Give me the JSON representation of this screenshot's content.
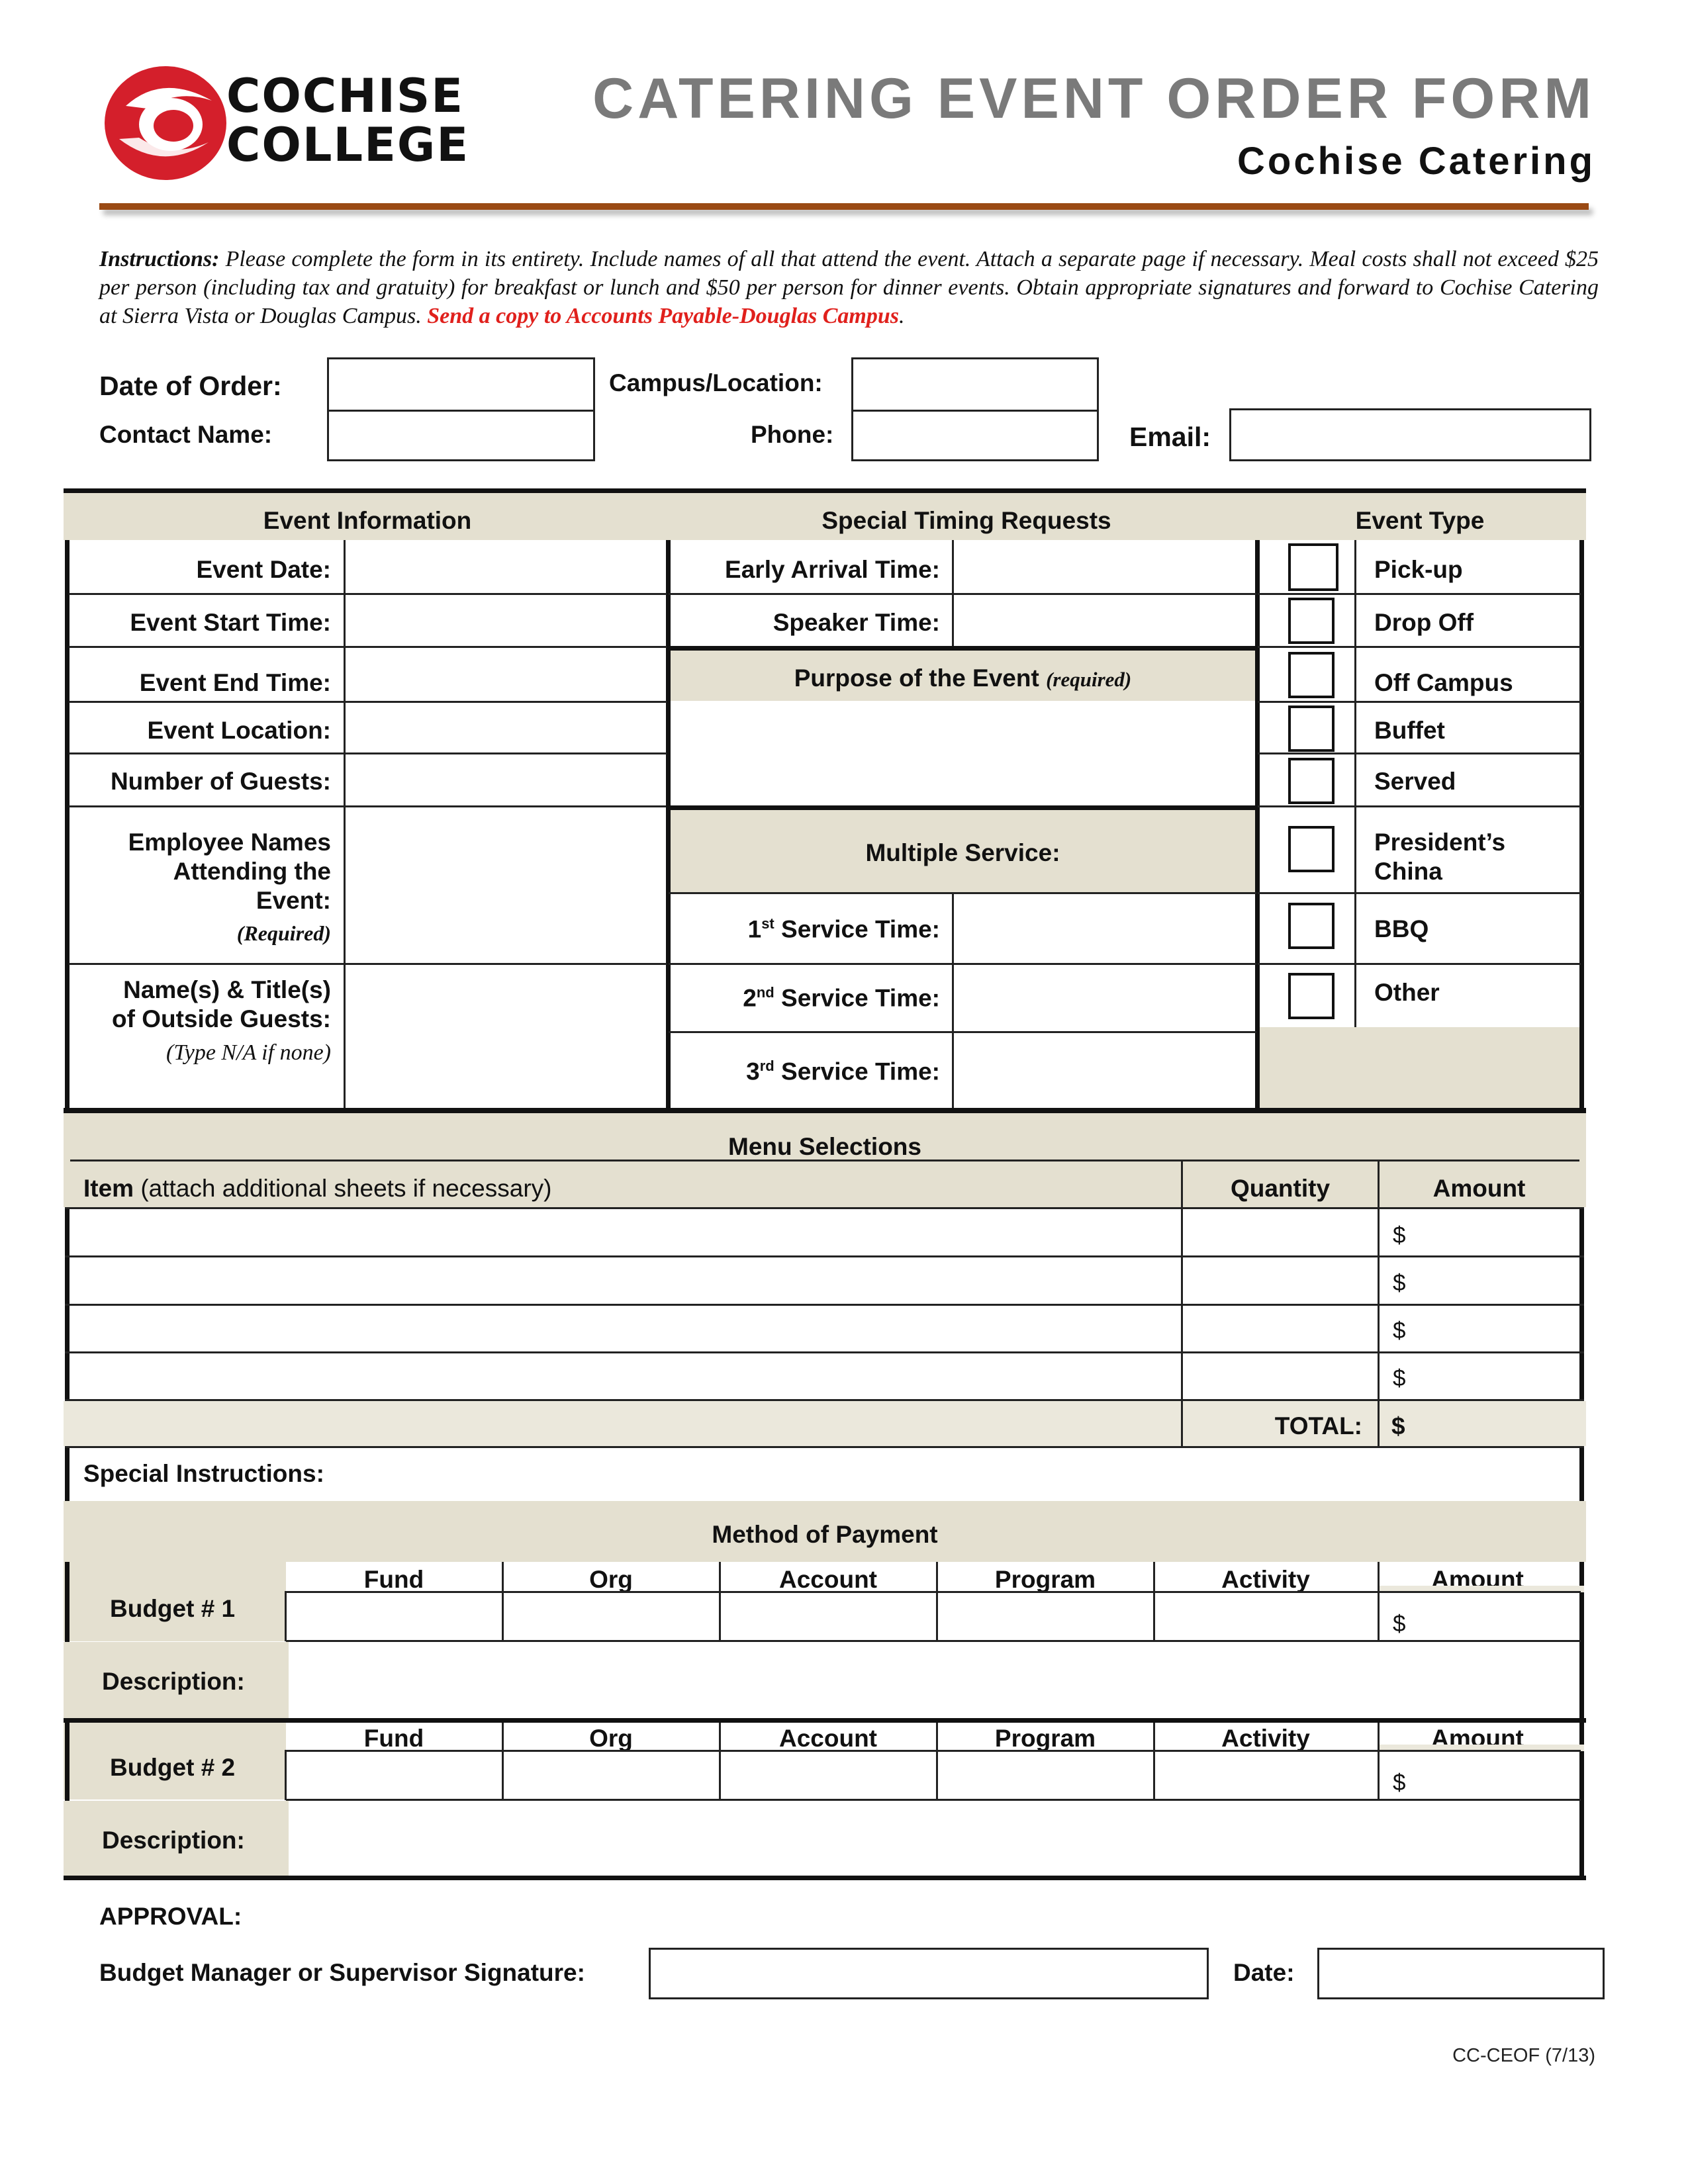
{
  "header": {
    "college_line1": "COCHISE",
    "college_line2": "COLLEGE",
    "title": "CATERING EVENT ORDER FORM",
    "subtitle": "Cochise Catering"
  },
  "instructions": {
    "label": "Instructions:",
    "text": "Please complete the form in its entirety.  Include names of all that attend the event.  Attach a separate page if necessary.  Meal costs shall not exceed $25 per person (including tax and gratuity) for breakfast or lunch and $50 per person for dinner events. Obtain appropriate signatures and forward to Cochise Catering at Sierra Vista or Douglas Campus.",
    "highlight": "Send a copy to Accounts Payable-Douglas Campus",
    "end": "."
  },
  "top_fields": {
    "date_of_order": "Date of Order:",
    "campus_location": "Campus/Location:",
    "contact_name": "Contact Name:",
    "phone": "Phone:",
    "email": "Email:"
  },
  "event_info": {
    "header": "Event Information",
    "event_date": "Event Date:",
    "start_time": "Event Start Time:",
    "end_time": "Event End Time:",
    "location": "Event Location:",
    "guests": "Number of Guests:",
    "employees_line1": "Employee Names",
    "employees_line2": "Attending the",
    "employees_line3": "Event:",
    "employees_req": "(Required)",
    "outside_line1": "Name(s) & Title(s)",
    "outside_line2": "of Outside Guests:",
    "outside_note": "(Type N/A if none)"
  },
  "timing": {
    "header": "Special Timing Requests",
    "early_arrival": "Early Arrival Time:",
    "speaker": "Speaker Time:",
    "purpose": "Purpose of the Event",
    "purpose_req": "(required)",
    "multiple": "Multiple Service:",
    "first_num": "1",
    "first_sup": "st",
    "second_num": "2",
    "second_sup": "nd",
    "third_num": "3",
    "third_sup": "rd",
    "service_time": "Service Time:"
  },
  "event_type": {
    "header": "Event Type",
    "options": [
      "Pick-up",
      "Drop Off",
      "Off Campus",
      "Buffet",
      "Served",
      "President’s",
      "China",
      "BBQ",
      "Other"
    ]
  },
  "menu": {
    "header": "Menu Selections",
    "item": "Item",
    "item_note": "(attach additional sheets if necessary)",
    "quantity": "Quantity",
    "amount": "Amount",
    "dollar": "$",
    "total": "TOTAL:",
    "total_dollar": "$"
  },
  "special_instructions": "Special Instructions:",
  "payment": {
    "header": "Method of Payment",
    "budget1": "Budget # 1",
    "budget2": "Budget # 2",
    "columns": [
      "Fund",
      "Org",
      "Account",
      "Program",
      "Activity",
      "Amount"
    ],
    "dollar": "$",
    "description": "Description:"
  },
  "approval": {
    "label": "APPROVAL:",
    "signature": "Budget Manager or Supervisor Signature:",
    "date": "Date:"
  },
  "footer_code": "CC-CEOF (7/13)",
  "colors": {
    "brand_red": "#d41f2b",
    "rule_brown": "#9a4a14",
    "header_tan": "#e4e0d0",
    "title_gray": "#7a7a7a",
    "highlight_red": "#e0201c"
  }
}
